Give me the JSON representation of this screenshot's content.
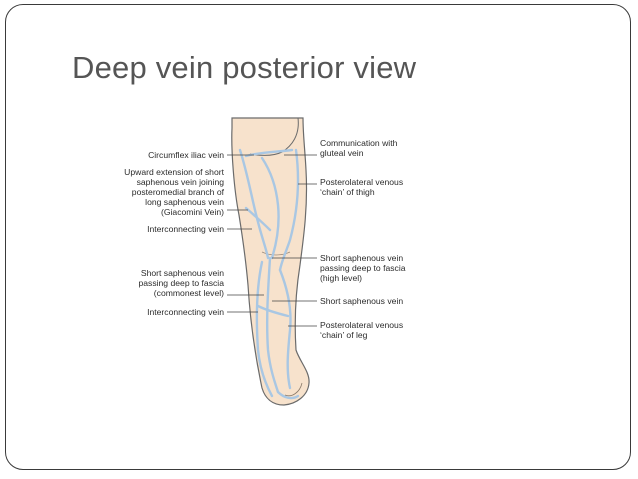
{
  "slide": {
    "title": "Deep vein posterior view"
  },
  "diagram": {
    "left_labels": [
      {
        "lines": [
          "Circumflex iliac vein"
        ]
      },
      {
        "lines": [
          "Upward extension of short",
          "saphenous vein joining",
          "posteromedial branch of",
          "long saphenous vein",
          "(Giacomini Vein)"
        ]
      },
      {
        "lines": [
          "Interconnecting vein"
        ]
      },
      {
        "lines": [
          "Short saphenous vein",
          "passing deep to fascia",
          "(commonest level)"
        ]
      },
      {
        "lines": [
          "Interconnecting vein"
        ]
      }
    ],
    "right_labels": [
      {
        "lines": [
          "Communication with",
          "gluteal vein"
        ]
      },
      {
        "lines": [
          "Posterolateral venous",
          "‘chain’ of thigh"
        ]
      },
      {
        "lines": [
          "Short saphenous vein",
          "passing deep to fascia",
          "(high level)"
        ]
      },
      {
        "lines": [
          "Short saphenous vein"
        ]
      },
      {
        "lines": [
          "Posterolateral venous",
          "‘chain’ of leg"
        ]
      }
    ],
    "colors": {
      "skin": "#f7e2cc",
      "outline": "#6b6b6b",
      "vein": "#a9c7e3",
      "leader": "#444444"
    }
  }
}
